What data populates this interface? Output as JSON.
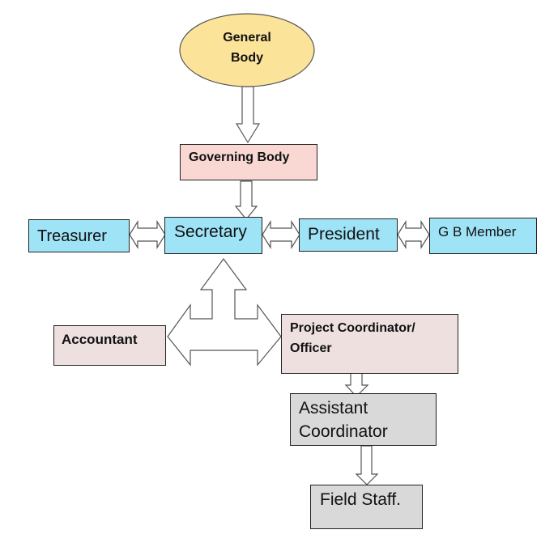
{
  "diagram": {
    "type": "organization-chart",
    "nodes": {
      "general_body": {
        "label_line1": "General",
        "label_line2": "Body",
        "shape": "ellipse",
        "fill": "#fbe39a"
      },
      "governing_body": {
        "label": "Governing Body",
        "fill": "#f9d8d3"
      },
      "treasurer": {
        "label": "Treasurer",
        "fill": "#9fe3f7"
      },
      "secretary": {
        "label": "Secretary",
        "fill": "#9fe3f7"
      },
      "president": {
        "label": "President",
        "fill": "#9fe3f7"
      },
      "gb_member": {
        "label": "G B Member",
        "fill": "#9fe3f7"
      },
      "accountant": {
        "label": "Accountant",
        "fill": "#ede0df"
      },
      "project_coordinator": {
        "label_line1": "Project Coordinator/",
        "label_line2": "Officer",
        "fill": "#ede0df"
      },
      "assistant_coordinator": {
        "label_line1": "Assistant",
        "label_line2": "Coordinator",
        "fill": "#d9d9d9"
      },
      "field_staff": {
        "label": "Field Staff.",
        "fill": "#d9d9d9"
      }
    },
    "edges": [
      {
        "from": "General Body",
        "to": "Governing Body",
        "type": "down-arrow"
      },
      {
        "from": "Governing Body",
        "to": "Secretary",
        "type": "down-arrow"
      },
      {
        "from": "Treasurer",
        "to": "Secretary",
        "type": "double-arrow"
      },
      {
        "from": "Secretary",
        "to": "President",
        "type": "double-arrow"
      },
      {
        "from": "President",
        "to": "G B Member",
        "type": "double-arrow"
      },
      {
        "from": "Secretary",
        "to": [
          "Accountant",
          "Project Coordinator/ Officer"
        ],
        "type": "three-way-arrow"
      },
      {
        "from": "Project Coordinator/ Officer",
        "to": "Assistant Coordinator",
        "type": "down-arrow"
      },
      {
        "from": "Assistant Coordinator",
        "to": "Field Staff.",
        "type": "down-arrow"
      }
    ]
  }
}
